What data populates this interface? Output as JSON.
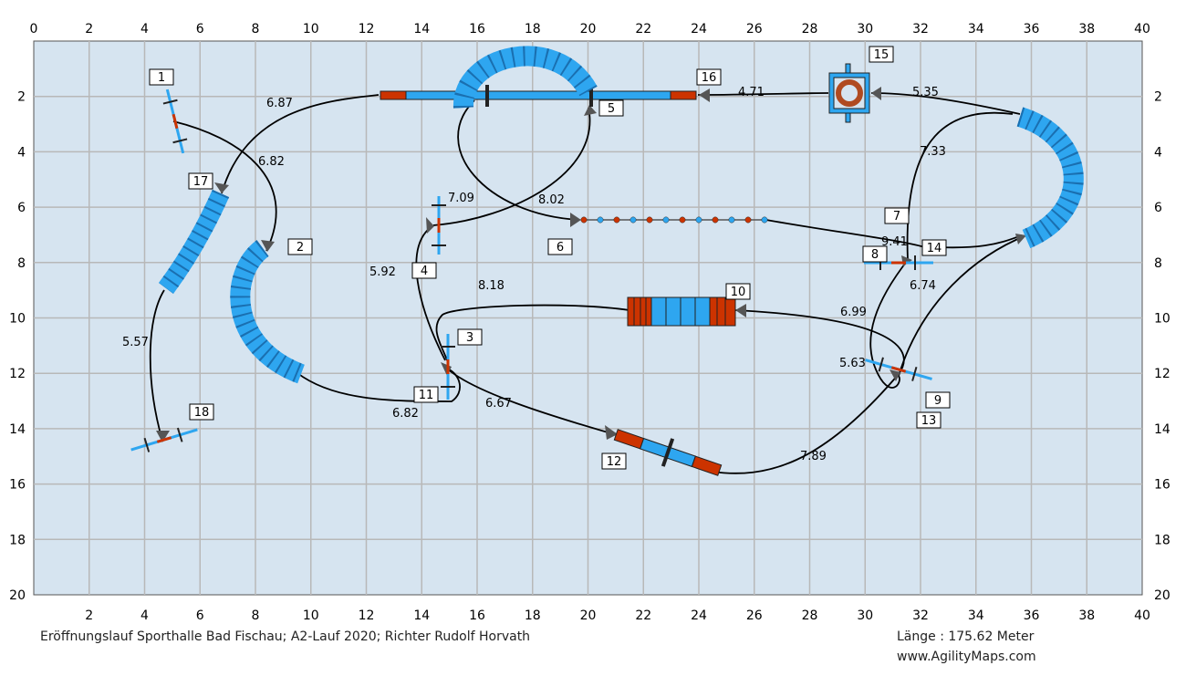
{
  "footer": {
    "course_info": "Eröffnungslauf Sporthalle Bad Fischau; A2-Lauf 2020; Richter Rudolf Horvath",
    "length": "Länge : 175.62 Meter",
    "website": "www.AgilityMaps.com"
  },
  "grid": {
    "x_ticks_top": [
      "0",
      "2",
      "4",
      "6",
      "8",
      "10",
      "12",
      "14",
      "16",
      "18",
      "20",
      "22",
      "24",
      "26",
      "28",
      "30",
      "32",
      "34",
      "36",
      "38",
      "40"
    ],
    "x_ticks_bottom": [
      "2",
      "4",
      "6",
      "8",
      "10",
      "12",
      "14",
      "16",
      "18",
      "20",
      "22",
      "24",
      "26",
      "28",
      "30",
      "32",
      "34",
      "36",
      "38",
      "40"
    ],
    "y_ticks": [
      "2",
      "4",
      "6",
      "8",
      "10",
      "12",
      "14",
      "16",
      "18",
      "20"
    ],
    "colors": {
      "field": "#d6e4f0",
      "grid": "#b8b8b8",
      "tunnel": "#2ea6f0",
      "contact": "#cc3300",
      "path": "#000000"
    }
  },
  "obstacle_numbers": [
    "1",
    "2",
    "3",
    "4",
    "5",
    "6",
    "7",
    "8",
    "9",
    "10",
    "11",
    "12",
    "13",
    "14",
    "15",
    "16",
    "17",
    "18"
  ],
  "distances": [
    "6.87",
    "6.82",
    "4.71",
    "5.35",
    "7.33",
    "7.09",
    "8.02",
    "5.92",
    "8.18",
    "9.41",
    "6.74",
    "6.99",
    "5.63",
    "5.57",
    "6.82",
    "6.67",
    "7.89"
  ]
}
